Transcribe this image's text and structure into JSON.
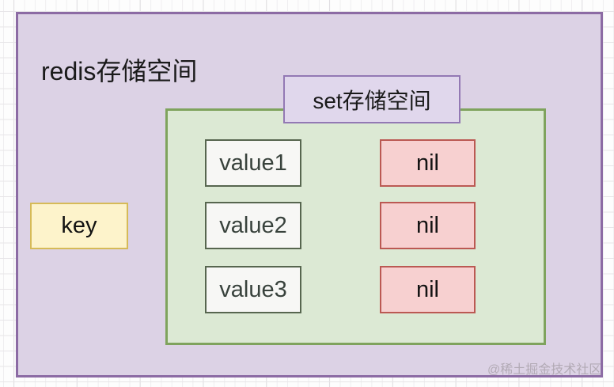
{
  "diagram": {
    "outer_label": "redis存储空间",
    "inner_label": "set存储空间",
    "key_label": "key",
    "rows": [
      {
        "value": "value1",
        "result": "nil"
      },
      {
        "value": "value2",
        "result": "nil"
      },
      {
        "value": "value3",
        "result": "nil"
      }
    ],
    "watermark": "@稀土掘金技术社区"
  },
  "colors": {
    "outer_fill": "#dcd2e5",
    "outer_border": "#8c6ba4",
    "inner_fill": "#dce9d4",
    "inner_border": "#7fa35d",
    "inner_label_fill": "#e0d7ec",
    "inner_label_border": "#9379b4",
    "key_fill": "#fdf3cb",
    "key_border": "#d6ba58",
    "value_fill": "#f7f7f5",
    "value_border": "#57664f",
    "nil_fill": "#f7d0d0",
    "nil_border": "#bb5953",
    "watermark_color": "#b2aab5",
    "grid_line": "#e7e5e8"
  }
}
